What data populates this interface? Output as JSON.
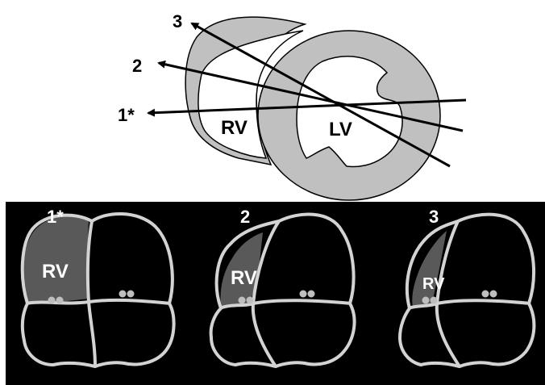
{
  "colors": {
    "background_top": "#ffffff",
    "panel_background": "#000000",
    "myocardium_gray": "#c0c0c0",
    "rv_fill_dark": "#595959",
    "outline_light": "#d3d3d3",
    "line_black": "#000000"
  },
  "top_view": {
    "rv_label": "RV",
    "lv_label": "LV",
    "lines": [
      {
        "label": "3"
      },
      {
        "label": "2"
      },
      {
        "label": "1*"
      }
    ]
  },
  "four_chamber_views": [
    {
      "label": "1*",
      "rv_label": "RV"
    },
    {
      "label": "2",
      "rv_label": "RV"
    },
    {
      "label": "3",
      "rv_label": "RV"
    }
  ]
}
